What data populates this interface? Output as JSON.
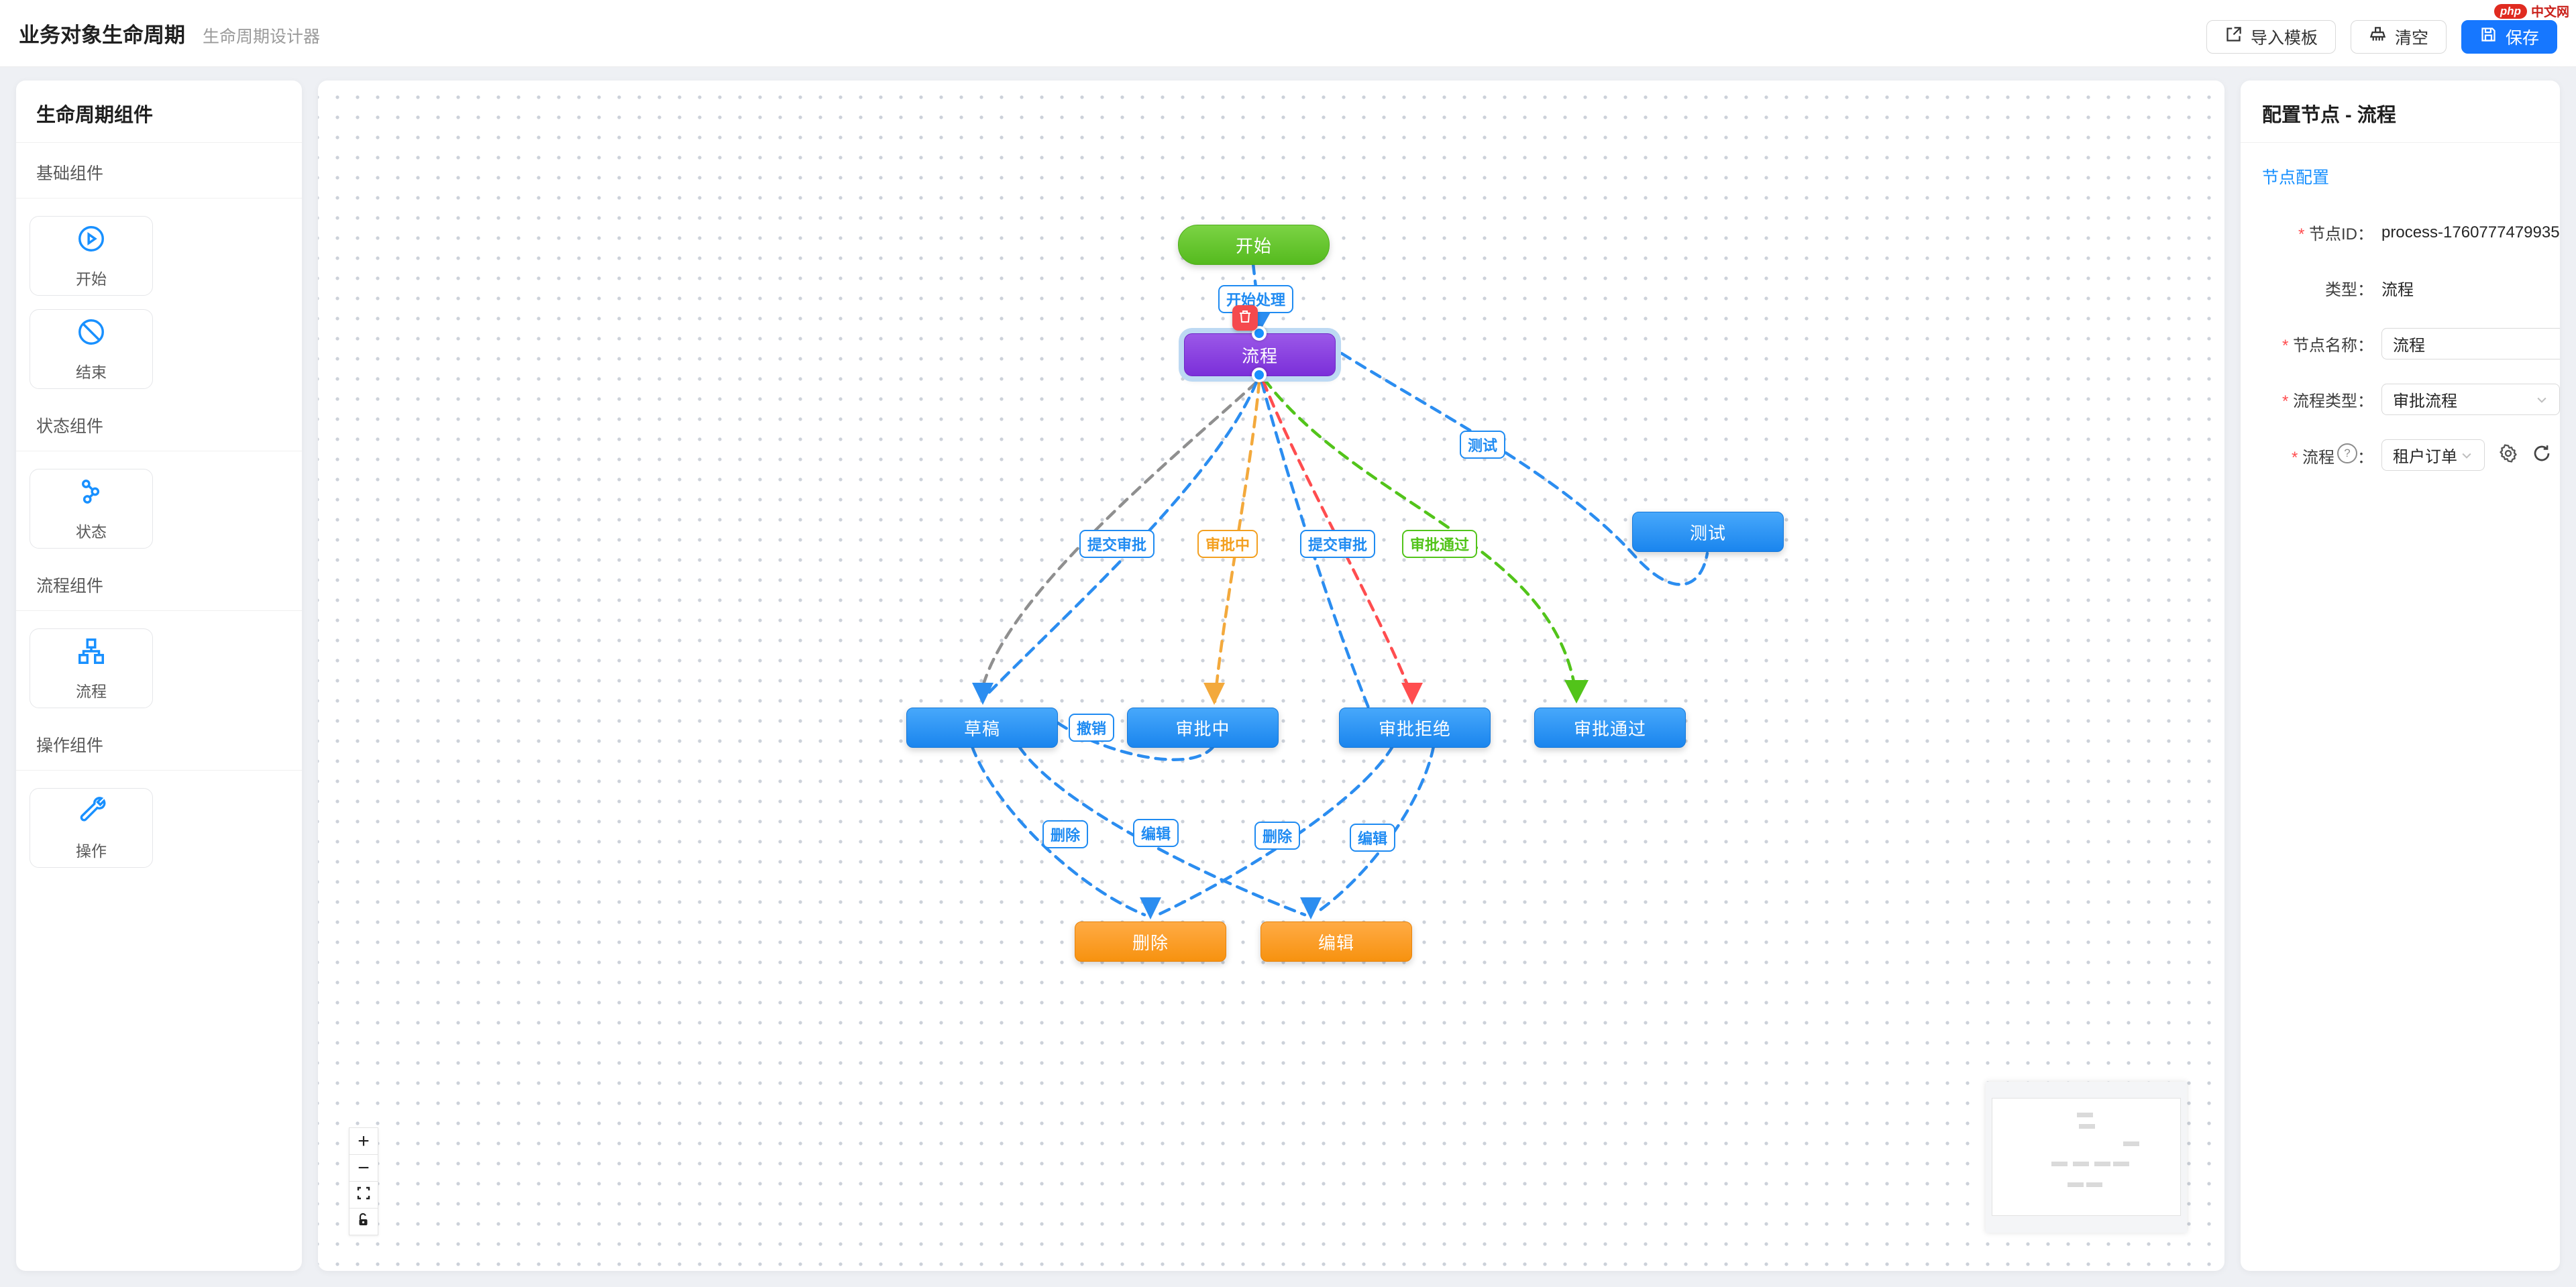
{
  "header": {
    "title": "业务对象生命周期",
    "subtitle": "生命周期设计器",
    "logo_badge": "php",
    "logo_text": "中文网",
    "import_label": "导入模板",
    "clear_label": "清空",
    "save_label": "保存"
  },
  "sidebar": {
    "title": "生命周期组件",
    "sections": [
      {
        "label": "基础组件",
        "items": [
          {
            "icon": "play-circle-icon",
            "label": "开始"
          },
          {
            "icon": "ban-circle-icon",
            "label": "结束"
          }
        ]
      },
      {
        "label": "状态组件",
        "items": [
          {
            "icon": "state-icon",
            "label": "状态"
          }
        ]
      },
      {
        "label": "流程组件",
        "items": [
          {
            "icon": "flow-icon",
            "label": "流程"
          }
        ]
      },
      {
        "label": "操作组件",
        "items": [
          {
            "icon": "wrench-icon",
            "label": "操作"
          }
        ]
      }
    ]
  },
  "canvas": {
    "nodes": [
      {
        "id": "start",
        "label": "开始",
        "type": "start"
      },
      {
        "id": "process",
        "label": "流程",
        "type": "process",
        "selected": true
      },
      {
        "id": "test",
        "label": "测试",
        "type": "state"
      },
      {
        "id": "draft",
        "label": "草稿",
        "type": "state"
      },
      {
        "id": "approving",
        "label": "审批中",
        "type": "state"
      },
      {
        "id": "rejected",
        "label": "审批拒绝",
        "type": "state"
      },
      {
        "id": "approved",
        "label": "审批通过",
        "type": "state"
      },
      {
        "id": "delete",
        "label": "删除",
        "type": "action"
      },
      {
        "id": "edit",
        "label": "编辑",
        "type": "action"
      }
    ],
    "edge_labels": [
      {
        "text": "开始处理",
        "color": "blue"
      },
      {
        "text": "测试",
        "color": "blue"
      },
      {
        "text": "提交审批",
        "color": "blue"
      },
      {
        "text": "审批中",
        "color": "orange"
      },
      {
        "text": "提交审批",
        "color": "blue"
      },
      {
        "text": "审批通过",
        "color": "green"
      },
      {
        "text": "撤销",
        "color": "blue"
      },
      {
        "text": "删除",
        "color": "blue"
      },
      {
        "text": "编辑",
        "color": "blue"
      },
      {
        "text": "删除",
        "color": "blue"
      },
      {
        "text": "编辑",
        "color": "blue"
      }
    ],
    "controls": {
      "zoom_in": "+",
      "zoom_out": "−"
    }
  },
  "panel": {
    "title": "配置节点 - 流程",
    "tab": "节点配置",
    "node_id_label": "节点ID",
    "node_id_value": "process-1760777479935",
    "type_label": "类型",
    "type_value": "流程",
    "name_label": "节点名称",
    "name_value": "流程",
    "flow_type_label": "流程类型",
    "flow_type_value": "审批流程",
    "flow_label": "流程",
    "flow_value": "租户订单"
  },
  "colors": {
    "accent": "#1677ff",
    "edge_blue": "#2b8df0",
    "edge_gray": "#8f8f8f",
    "edge_orange": "#f3a93c",
    "edge_red": "#ff4d4f",
    "edge_green": "#52c41a",
    "node_green": "#55ba1e",
    "node_purple": "#7b2fd9",
    "node_blue": "#1a85ee",
    "node_orange": "#f7920f"
  }
}
